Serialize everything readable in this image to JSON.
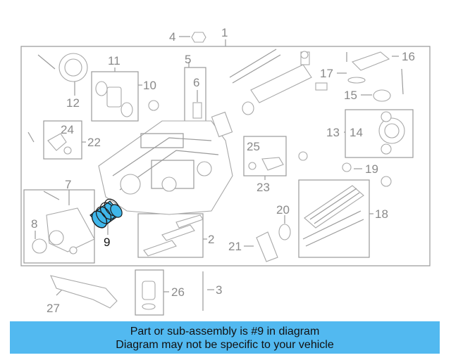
{
  "callouts": [
    {
      "id": "1",
      "label": "1"
    },
    {
      "id": "2",
      "label": "2"
    },
    {
      "id": "3",
      "label": "3"
    },
    {
      "id": "4",
      "label": "4"
    },
    {
      "id": "5",
      "label": "5"
    },
    {
      "id": "6",
      "label": "6"
    },
    {
      "id": "7",
      "label": "7"
    },
    {
      "id": "8",
      "label": "8"
    },
    {
      "id": "9",
      "label": "9",
      "highlighted": true
    },
    {
      "id": "10",
      "label": "10"
    },
    {
      "id": "11",
      "label": "11"
    },
    {
      "id": "12",
      "label": "12"
    },
    {
      "id": "13",
      "label": "13"
    },
    {
      "id": "14",
      "label": "14"
    },
    {
      "id": "15",
      "label": "15"
    },
    {
      "id": "16",
      "label": "16"
    },
    {
      "id": "17",
      "label": "17"
    },
    {
      "id": "18",
      "label": "18"
    },
    {
      "id": "19",
      "label": "19"
    },
    {
      "id": "20",
      "label": "20"
    },
    {
      "id": "21",
      "label": "21"
    },
    {
      "id": "22",
      "label": "22"
    },
    {
      "id": "23",
      "label": "23"
    },
    {
      "id": "24",
      "label": "24"
    },
    {
      "id": "25",
      "label": "25"
    },
    {
      "id": "26",
      "label": "26"
    },
    {
      "id": "27",
      "label": "27"
    }
  ],
  "banner": {
    "line1": "Part or sub-assembly is #9 in diagram",
    "line2": "Diagram may not be specific to your vehicle"
  },
  "colors": {
    "banner_bg": "#52b9f0",
    "highlight_part": "#3fb6ea",
    "line_art": "#9a9a9a",
    "callout_text": "#8a8a8a",
    "highlight_text": "#111111"
  }
}
